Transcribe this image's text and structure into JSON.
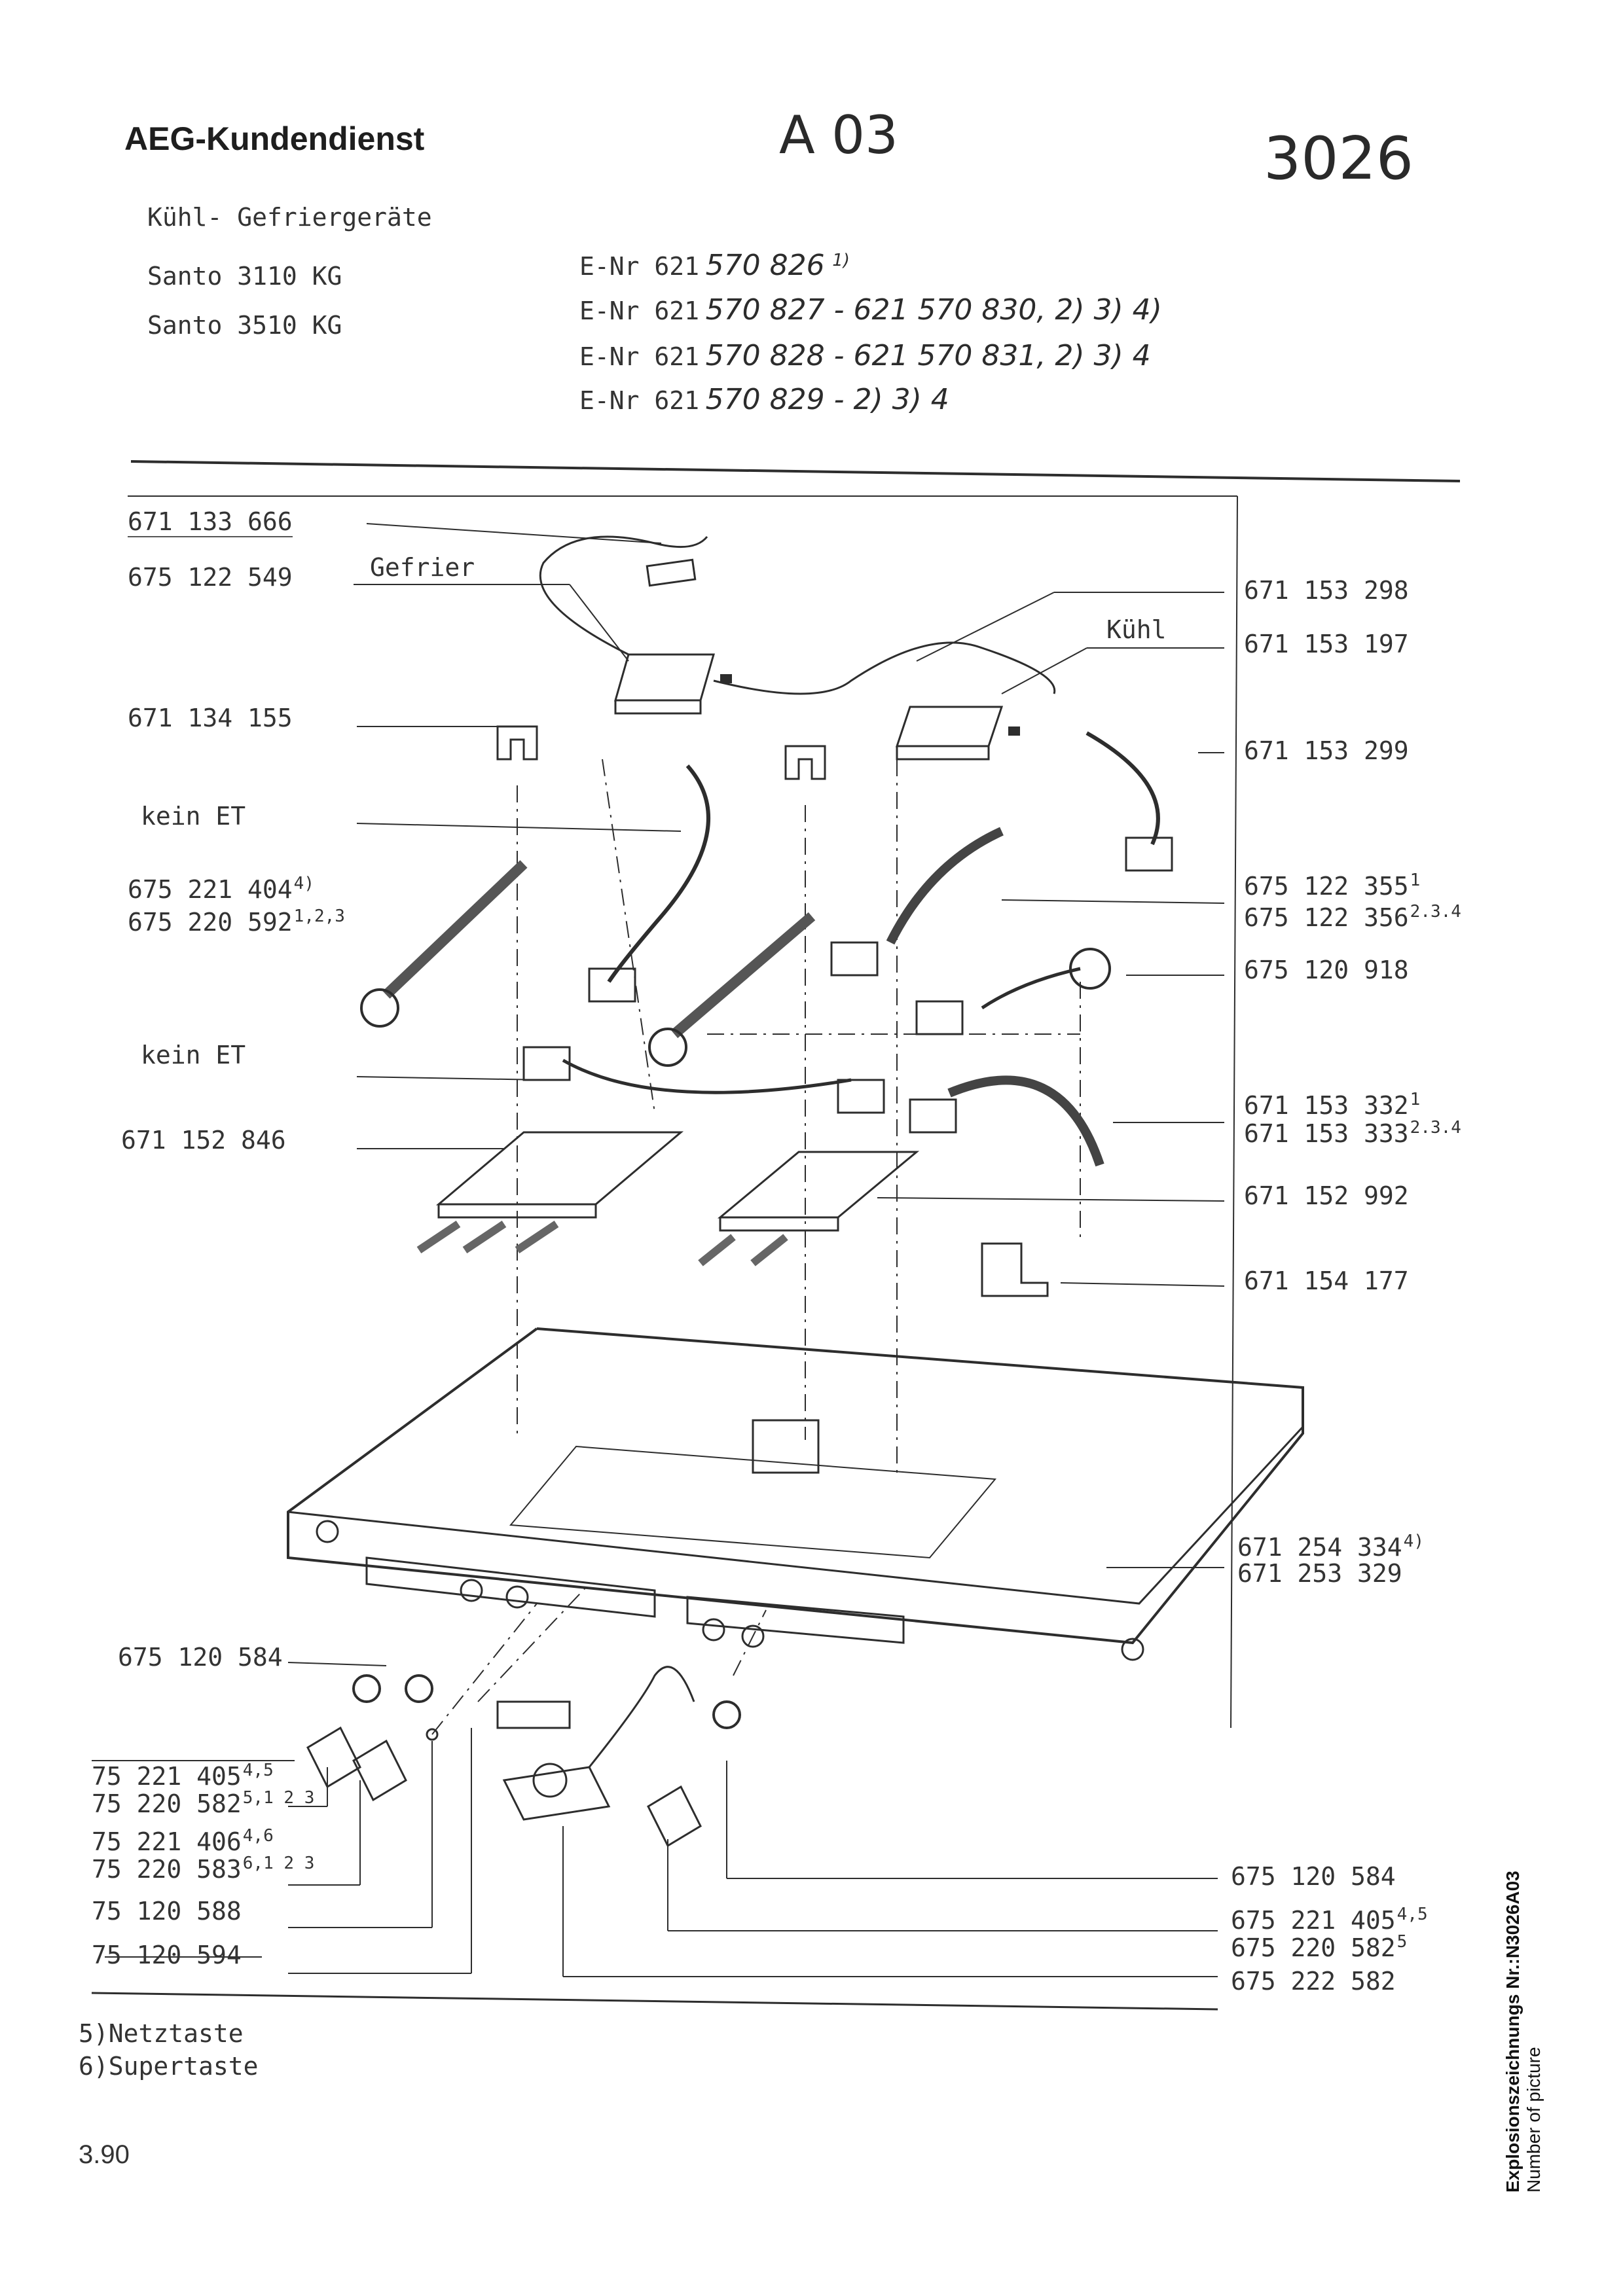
{
  "header": {
    "brand": "AEG-Kundendienst",
    "page_code": "A 03",
    "number": "3026",
    "category": "Kühl- Gefriergeräte",
    "models": [
      "Santo 3110 KG",
      "Santo 3510 KG"
    ],
    "enr": [
      {
        "prefix": "E-Nr 621",
        "hand": "570 826",
        "sup": "1)"
      },
      {
        "prefix": "E-Nr 621",
        "hand": "570 827 - 621 570 830, 2) 3) 4)",
        "sup": ""
      },
      {
        "prefix": "E-Nr 621",
        "hand": "570 828 - 621 570 831, 2) 3) 4",
        "sup": ""
      },
      {
        "prefix": "E-Nr 621",
        "hand": "570 829 - 2) 3) 4",
        "sup": ""
      }
    ]
  },
  "labels_left": [
    {
      "text": "671 133 666",
      "sup": ""
    },
    {
      "text": "675 122 549",
      "sup": ""
    },
    {
      "text": "671 134 155",
      "sup": ""
    },
    {
      "text": "kein ET",
      "sup": ""
    },
    {
      "text": "675 221 404",
      "sup": "4)"
    },
    {
      "text": "675 220 592",
      "sup": "1,2,3"
    },
    {
      "text": "kein ET",
      "sup": ""
    },
    {
      "text": "671 152 846",
      "sup": ""
    },
    {
      "text": "675 120 584",
      "sup": ""
    },
    {
      "text": "75 221 405",
      "sup": "4,5"
    },
    {
      "text": "75 220 582",
      "sup": "5,1 2 3"
    },
    {
      "text": "75 221 406",
      "sup": "4,6"
    },
    {
      "text": "75 220 583",
      "sup": "6,1 2 3"
    },
    {
      "text": "75 120 588",
      "sup": ""
    },
    {
      "text": "75 120 594",
      "sup": ""
    }
  ],
  "labels_right": [
    {
      "text": "671 153 298",
      "sup": ""
    },
    {
      "text": "671 153 197",
      "sup": ""
    },
    {
      "text": "671 153 299",
      "sup": ""
    },
    {
      "text": "675 122 355",
      "sup": "1"
    },
    {
      "text": "675 122 356",
      "sup": "2.3.4"
    },
    {
      "text": "675 120 918",
      "sup": ""
    },
    {
      "text": "671 153 332",
      "sup": "1"
    },
    {
      "text": "671 153 333",
      "sup": "2.3.4"
    },
    {
      "text": "671 152 992",
      "sup": ""
    },
    {
      "text": "671 154 177",
      "sup": ""
    },
    {
      "text": "671 254 334",
      "sup": "4)"
    },
    {
      "text": "671 253 329",
      "sup": ""
    },
    {
      "text": "675 120 584",
      "sup": ""
    },
    {
      "text": "675 221 405",
      "sup": "4,5"
    },
    {
      "text": "675 220 582",
      "sup": "5"
    },
    {
      "text": "675 222 582",
      "sup": ""
    }
  ],
  "diagram_words": {
    "gefrier": "Gefrier",
    "kuehl": "Kühl"
  },
  "footnotes": [
    "5)Netztaste",
    "6)Supertaste"
  ],
  "date": "3.90",
  "side_note": {
    "title": "Explosionszeichnungs Nr.:N3026A03",
    "subtitle": "Number of picture"
  }
}
